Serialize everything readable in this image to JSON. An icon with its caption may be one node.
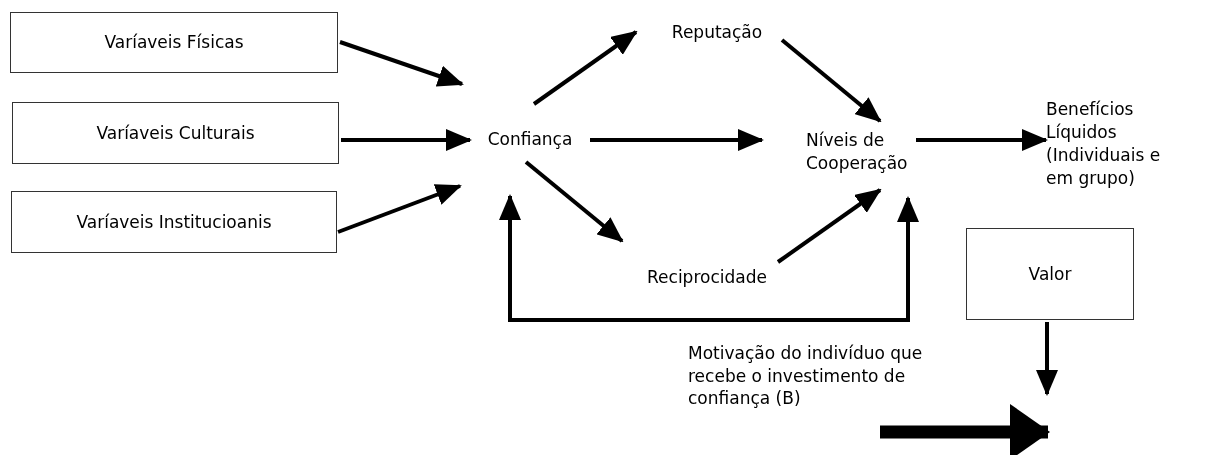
{
  "diagram": {
    "nodes": [
      {
        "text": [
          "Varíaveis Físicas"
        ]
      },
      {
        "text": [
          "Varíaveis Culturais"
        ]
      },
      {
        "text": [
          "Varíaveis Institucioanis"
        ]
      },
      {
        "text": [
          "Confiança"
        ]
      },
      {
        "text": [
          "Reputação"
        ]
      },
      {
        "text": [
          "Níveis de Cooperação"
        ]
      },
      {
        "text": [
          "Benefícios Líquidos (Individuais e em grupo)"
        ]
      },
      {
        "text": [
          "Reciprocidade"
        ]
      },
      {
        "text": [
          "Valor"
        ]
      },
      {
        "text": [
          "Motivação do indivíduo que recebe o investimento de confiança (B)"
        ]
      }
    ],
    "edges": [
      {
        "from": 0,
        "to": 3,
        "arrow": "to"
      },
      {
        "from": 1,
        "to": 3,
        "arrow": "to"
      },
      {
        "from": 2,
        "to": 3,
        "arrow": "to"
      },
      {
        "from": 3,
        "to": 4,
        "arrow": "to"
      },
      {
        "from": 3,
        "to": 5,
        "arrow": "to"
      },
      {
        "from": 3,
        "to": 7,
        "arrow": "to"
      },
      {
        "from": 4,
        "to": 5,
        "arrow": "to"
      },
      {
        "from": 7,
        "to": 5,
        "arrow": "to"
      },
      {
        "from": 5,
        "to": 6,
        "arrow": "to"
      },
      {
        "from": 5,
        "to": 3,
        "arrow": "both"
      },
      {
        "from": 8,
        "to": null,
        "arrow": "to"
      },
      {
        "from": 9,
        "to": null,
        "arrow": "to",
        "style": "thick"
      }
    ]
  }
}
